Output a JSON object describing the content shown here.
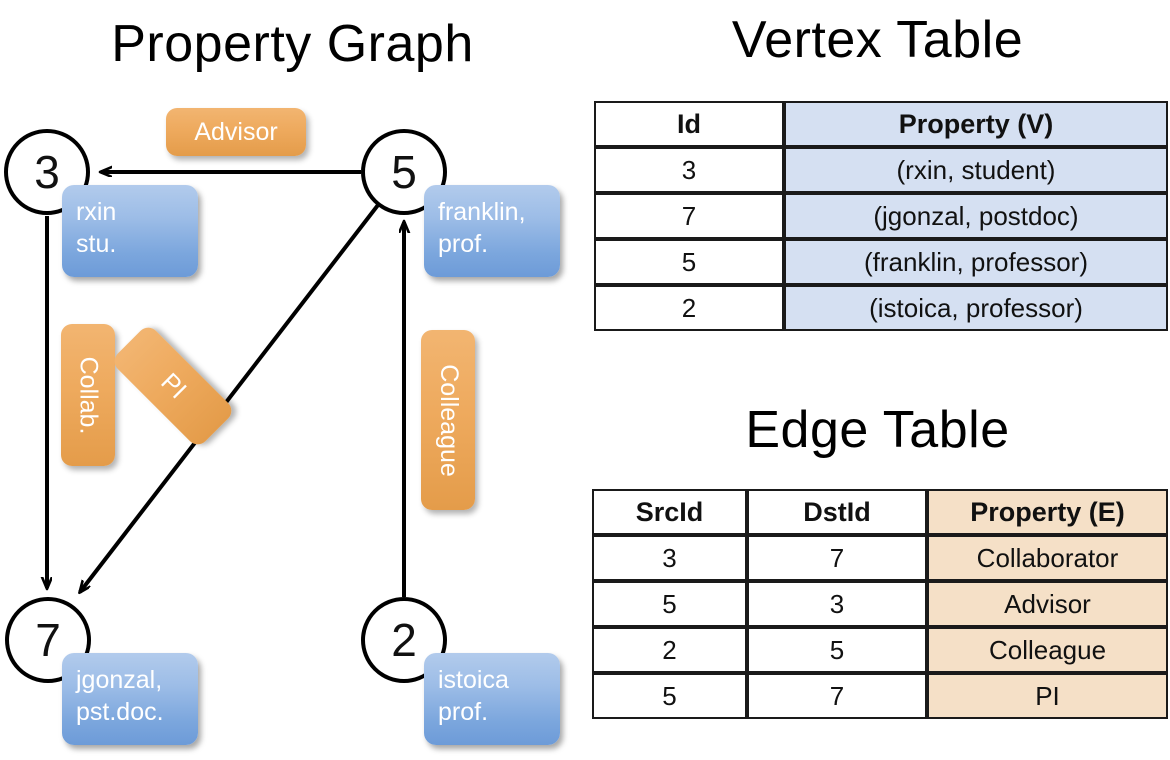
{
  "titles": {
    "graph": "Property Graph",
    "vertex_table": "Vertex Table",
    "edge_table": "Edge Table"
  },
  "graph": {
    "nodes": [
      {
        "id": "3",
        "property_label": [
          "rxin",
          "stu."
        ]
      },
      {
        "id": "5",
        "property_label": [
          "franklin,",
          "prof."
        ]
      },
      {
        "id": "7",
        "property_label": [
          "jgonzal,",
          "pst.doc."
        ]
      },
      {
        "id": "2",
        "property_label": [
          "istoica",
          "prof."
        ]
      }
    ],
    "edge_labels": [
      {
        "name": "advisor",
        "text": "Advisor",
        "from": "5",
        "to": "3"
      },
      {
        "name": "collab",
        "text": "Collab.",
        "from": "3",
        "to": "7"
      },
      {
        "name": "pi",
        "text": "PI",
        "from": "5",
        "to": "7"
      },
      {
        "name": "colleague",
        "text": "Colleague",
        "from": "2",
        "to": "5"
      }
    ],
    "colors": {
      "vertex_box_top": "#b2cbec",
      "vertex_box_bottom": "#6d9bd8",
      "edge_box_top": "#f2b571",
      "edge_box_bottom": "#e49c4a",
      "node_stroke": "#000000",
      "arrow": "#000000"
    }
  },
  "vertex_table": {
    "headers": [
      "Id",
      "Property (V)"
    ],
    "rows": [
      [
        "3",
        "(rxin, student)"
      ],
      [
        "7",
        "(jgonzal, postdoc)"
      ],
      [
        "5",
        "(franklin, professor)"
      ],
      [
        "2",
        "(istoica, professor)"
      ]
    ],
    "property_cell_color": "#d5e0f2"
  },
  "edge_table": {
    "headers": [
      "SrcId",
      "DstId",
      "Property (E)"
    ],
    "rows": [
      [
        "3",
        "7",
        "Collaborator"
      ],
      [
        "5",
        "3",
        "Advisor"
      ],
      [
        "2",
        "5",
        "Colleague"
      ],
      [
        "5",
        "7",
        "PI"
      ]
    ],
    "property_cell_color": "#f5e0c7"
  }
}
